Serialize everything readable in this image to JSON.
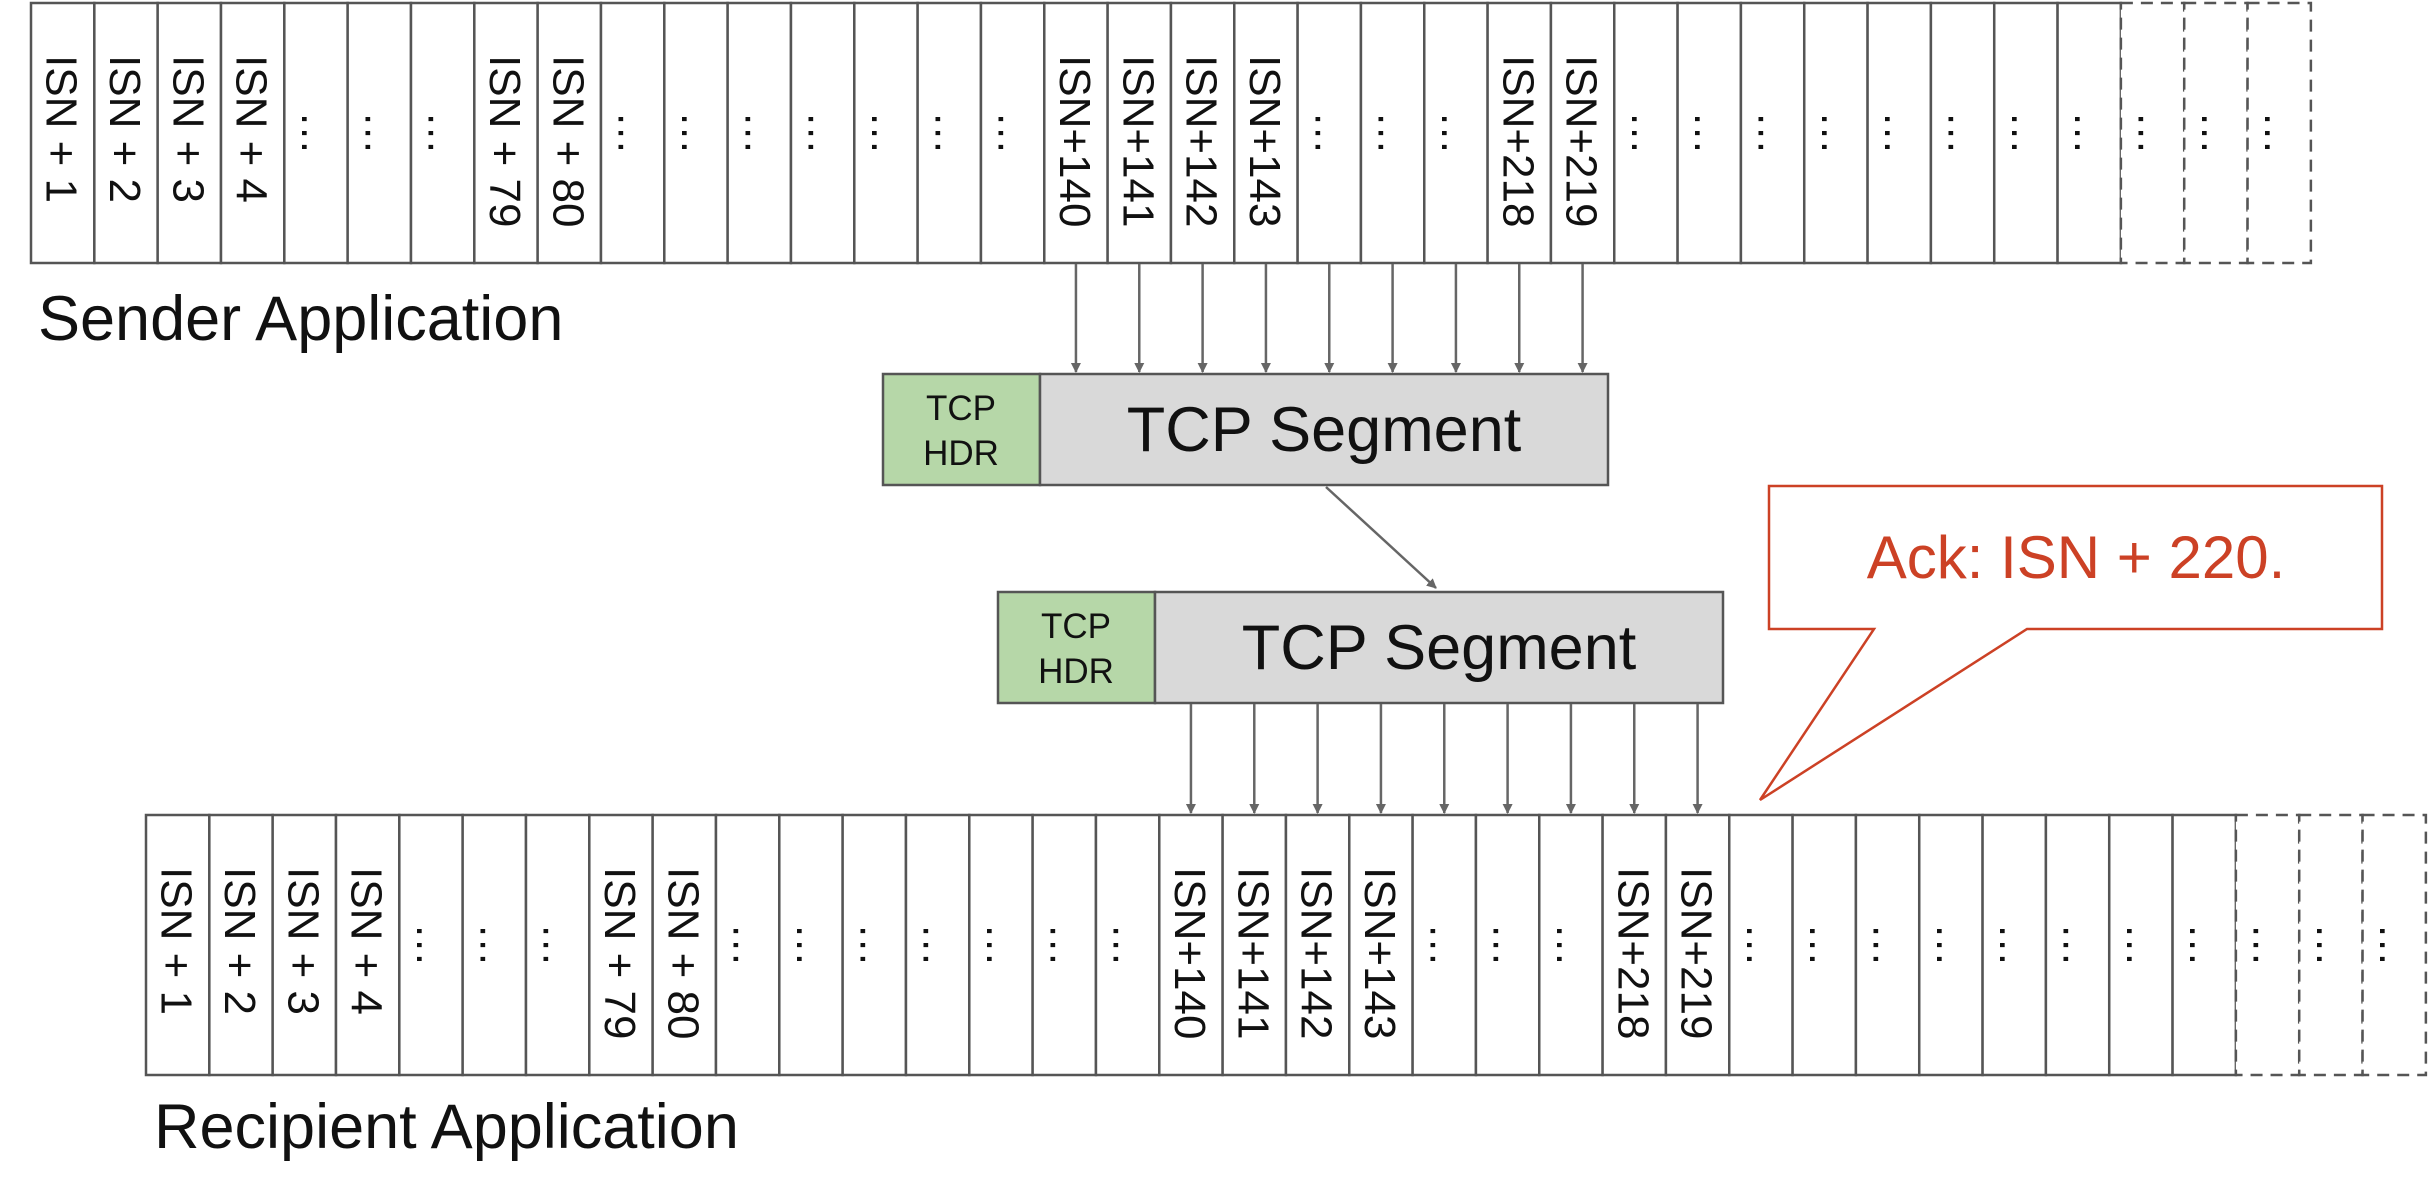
{
  "colors": {
    "cell_border": "#555555",
    "arrow": "#666666",
    "header_fill": "#b6d7a8",
    "segment_fill": "#d9d9d9",
    "ack_color": "#cc4125",
    "text": "#111111"
  },
  "sender": {
    "label": "Sender Application",
    "cells": [
      "ISN + 1",
      "ISN + 2",
      "ISN + 3",
      "ISN + 4",
      "…",
      "…",
      "…",
      "ISN + 79",
      "ISN + 80",
      "…",
      "…",
      "…",
      "…",
      "…",
      "…",
      "…",
      "ISN+140",
      "ISN+141",
      "ISN+142",
      "ISN+143",
      "…",
      "…",
      "…",
      "ISN+218",
      "ISN+219",
      "…",
      "…",
      "…",
      "…",
      "…",
      "…",
      "…",
      "…",
      "…",
      "…",
      "…"
    ],
    "dashed_cells": 3
  },
  "segment_sent": {
    "header": [
      "TCP",
      "HDR"
    ],
    "label": "TCP Segment"
  },
  "segment_received": {
    "header": [
      "TCP",
      "HDR"
    ],
    "label": "TCP Segment"
  },
  "recipient": {
    "label": "Recipient Application",
    "cells": [
      "ISN + 1",
      "ISN + 2",
      "ISN + 3",
      "ISN + 4",
      "…",
      "…",
      "…",
      "ISN + 79",
      "ISN + 80",
      "…",
      "…",
      "…",
      "…",
      "…",
      "…",
      "…",
      "ISN+140",
      "ISN+141",
      "ISN+142",
      "ISN+143",
      "…",
      "…",
      "…",
      "ISN+218",
      "ISN+219",
      "…",
      "…",
      "…",
      "…",
      "…",
      "…",
      "…",
      "…",
      "…",
      "…",
      "…"
    ],
    "dashed_cells": 3
  },
  "ack": {
    "text": "Ack: ISN + 220."
  }
}
